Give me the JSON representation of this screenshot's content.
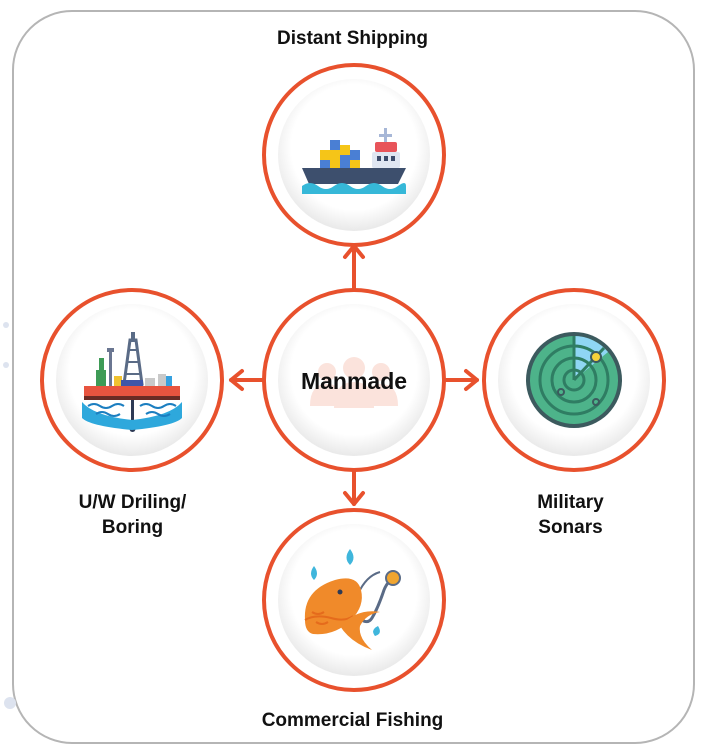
{
  "center": {
    "label": "Manmade"
  },
  "nodes": {
    "top": {
      "label": "Distant Shipping",
      "icon": "cargo-ship-icon"
    },
    "left": {
      "label": "U/W Driling/\nBoring",
      "icon": "oil-rig-icon"
    },
    "right": {
      "label": "Military\nSonars",
      "icon": "radar-icon"
    },
    "bottom": {
      "label": "Commercial Fishing",
      "icon": "fish-on-hook-icon"
    }
  },
  "colors": {
    "ring": "#e8512d",
    "arrow": "#e8512d",
    "frame": "#b5b5b5",
    "center_watermark": "#fbe3dc"
  }
}
